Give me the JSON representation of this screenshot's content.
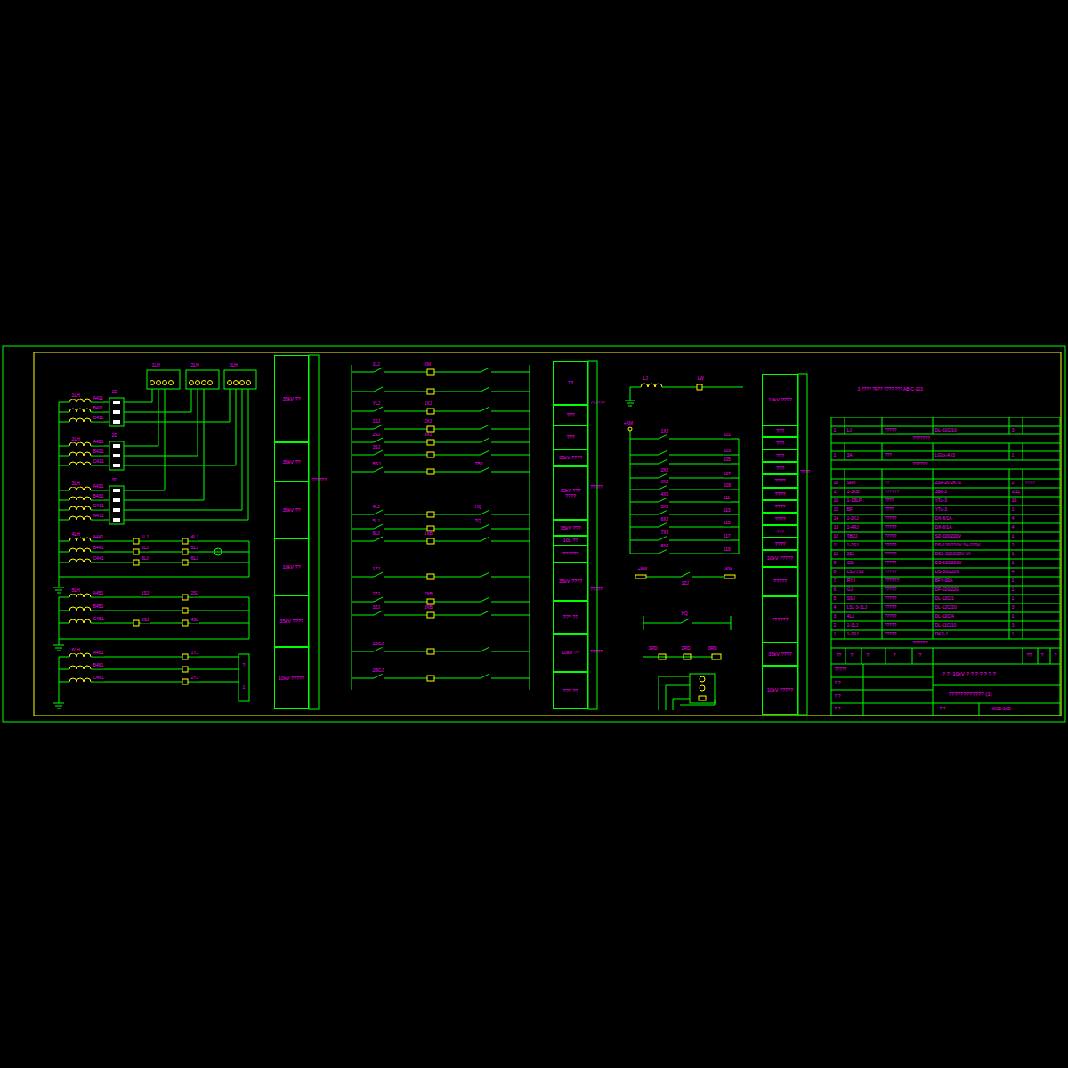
{
  "diagram": {
    "nodes": [
      {
        "text": [
          "35kV ??"
        ]
      },
      {
        "text": [
          "35kV ??"
        ]
      },
      {
        "text": [
          "35kV ??"
        ]
      },
      {
        "text": [
          "10kV ??"
        ]
      },
      {
        "text": [
          "35kV ????"
        ]
      },
      {
        "text": [
          "10kV ?????"
        ]
      },
      {
        "text": [
          "??"
        ]
      },
      {
        "text": [
          "???"
        ]
      },
      {
        "text": [
          "???"
        ]
      },
      {
        "text": [
          "35kV ????"
        ]
      },
      {
        "text": [
          "35kV ??? ????"
        ]
      },
      {
        "text": [
          "35kV ???"
        ]
      },
      {
        "text": [
          "10L ??"
        ]
      },
      {
        "text": [
          "??????"
        ]
      },
      {
        "text": [
          "35kV ????"
        ]
      },
      {
        "text": [
          "??? ??"
        ]
      },
      {
        "text": [
          "10kV ??"
        ]
      },
      {
        "text": [
          "??? ??"
        ]
      },
      {
        "text": [
          "10kV ????"
        ]
      },
      {
        "text": [
          "???"
        ]
      },
      {
        "text": [
          "???"
        ]
      },
      {
        "text": [
          "???"
        ]
      },
      {
        "text": [
          "???"
        ]
      },
      {
        "text": [
          "????"
        ]
      },
      {
        "text": [
          "????"
        ]
      },
      {
        "text": [
          "????"
        ]
      },
      {
        "text": [
          "????"
        ]
      },
      {
        "text": [
          "???"
        ]
      },
      {
        "text": [
          "????"
        ]
      },
      {
        "text": [
          "10kV ?????"
        ]
      },
      {
        "text": [
          "?????"
        ]
      },
      {
        "text": [
          "??????"
        ]
      },
      {
        "text": [
          "35kV ????"
        ]
      },
      {
        "text": [
          "10kV ?????"
        ]
      }
    ],
    "labels": [
      "1LH",
      "2LH",
      "3LH",
      "1LH",
      "2LH",
      "3LH",
      "4LH",
      "5LH",
      "6LH",
      "A411",
      "B411",
      "C411",
      "A421",
      "B421",
      "C421",
      "A431",
      "B431",
      "C431",
      "N431",
      "A441",
      "B441",
      "C441",
      "A451",
      "B451",
      "C451",
      "A461",
      "B461",
      "C461",
      "1D",
      "2D",
      "3D",
      "1LJ",
      "2LJ",
      "3LJ",
      "4LJ",
      "5LJ",
      "6LJ",
      "1SJ",
      "2SJ",
      "3SJ",
      "4SJ",
      "1YJ",
      "2YJ",
      "?",
      "1",
      "??????",
      "??????",
      "?????",
      "?????",
      "?????",
      "????",
      "1LJ",
      "YLJ",
      "1SJ",
      "2SJ",
      "3SJ",
      "BSJ",
      "4LJ",
      "5LJ",
      "6LJ",
      "1ZJ",
      "2ZJ",
      "3ZJ",
      "1BCJ",
      "2BCJ",
      "KM",
      "1XJ",
      "2XJ",
      "3XJ",
      "TBJ",
      "HQ",
      "TQ",
      "1XB",
      "2XB",
      "3XB",
      "LJ",
      "LW",
      "+KM",
      "101",
      "103",
      "105",
      "107",
      "109",
      "111",
      "113",
      "115",
      "117",
      "119",
      "1XJ",
      "2XJ",
      "3XJ",
      "4XJ",
      "5XJ",
      "6XJ",
      "7XJ",
      "8XJ",
      "+KM",
      "-KM",
      "1ZJ",
      "HQ",
      "1RD",
      "2RD",
      "3RD",
      "3 ???? ?F?? ???? ??? AB-C-123",
      "1",
      "LJ",
      "?????",
      "DL-31C/10",
      "3",
      "???????",
      "1",
      "3A",
      "???",
      "LGLx-A /3",
      "1",
      "??????",
      "18",
      "SR8",
      "??",
      "ZSe-20 2K /1",
      "2",
      "????",
      "17",
      "1-3KB",
      "??????",
      "3Bu-3",
      "1/11",
      "16",
      "1-1BLP",
      "????",
      "YTu-3",
      "18",
      "15",
      "BF",
      "????",
      "YTu-3",
      "1",
      "14",
      "1-2KJ",
      "?????",
      "DX-8/1A",
      "4",
      "13",
      "1-4RJ",
      "?????",
      "DX-8/1A",
      "4",
      "12",
      "TBZJ",
      "?????",
      "SZ-220/220V",
      "1",
      "11",
      "1-2SJ",
      "?????",
      "DS-120/220V 3A-220V",
      "2",
      "10",
      "2SJ",
      "?????",
      "DS3-220/220V 3A",
      "1",
      "9",
      "3SJ",
      "?????",
      "DS-220/220V",
      "1",
      "8",
      "LSJ/TSJ",
      "?????",
      "DS-30/220V",
      "4",
      "7",
      "RYJ",
      "??????",
      "BFY-32A",
      "1",
      "6",
      "GJ",
      "?????",
      "DF-220/220",
      "1",
      "5",
      "SSJ",
      "?????",
      "DL-12C/1",
      "1",
      "4",
      "LSJ 3-3LJ",
      "?????",
      "DL-12C/20",
      "3",
      "3",
      "4LJ",
      "?????",
      "DL-12C/4",
      "1",
      "2",
      "1-3LJ",
      "?????",
      "DL-11C/10",
      "3",
      "1",
      "1-3SJ",
      "?????",
      "DKX-1",
      "1",
      "??????",
      "??",
      "?",
      "?",
      "?",
      "?",
      "??",
      "?",
      "?",
      "?????",
      "? ?",
      "? ?",
      "? ?",
      "? ?  10kV ? ? ? ? ? ? ?",
      "???????????? (1)",
      "? ?",
      "HK02-10B"
    ]
  }
}
